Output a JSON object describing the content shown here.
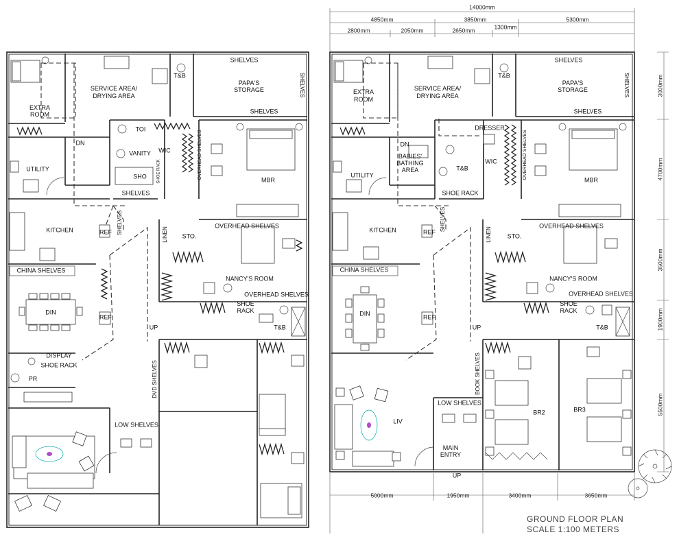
{
  "left_plan": {
    "rooms": {
      "extra_room": "EXTRA\nROOM",
      "service_area": "SERVICE AREA/\nDRYING AREA",
      "tb_top": "T&B",
      "shelves_top": "SHELVES",
      "papas_storage": "PAPA'S\nSTORAGE",
      "shelves_mid": "SHELVES",
      "shelves_right": "SHELVES",
      "dn": "DN",
      "toi": "TOI",
      "vanity": "VANITY",
      "sho": "SHO",
      "wic": "WIC",
      "shoe_rack_v": "SHOE RACK",
      "overhead_shelves_v": "OVERHEAD SHELVES",
      "utility": "UTILITY",
      "mbr": "MBR",
      "shelves_wic": "SHELVES",
      "kitchen": "KITCHEN",
      "shelves_v": "SHELVES",
      "ref1": "REF",
      "linen": "LINEN",
      "sto": "STO.",
      "overhead_shelves_top": "OVERHEAD SHELVES",
      "china_shelves": "CHINA SHELVES",
      "nancys_room": "NANCY'S ROOM",
      "overhead_shelves_bottom": "OVERHEAD SHELVES",
      "shoe_rack": "SHOE\nRACK",
      "din": "DIN",
      "ref2": "REF",
      "up": "UP",
      "tb_mid": "T&B",
      "display": "DISPLAY",
      "shoe_rack2": "SHOE RACK",
      "pr": "PR",
      "dvd_shelves": "DVD SHELVES",
      "low_shelves": "LOW SHELVES"
    }
  },
  "right_plan": {
    "rooms": {
      "extra_room": "EXTRA\nROOM",
      "service_area": "SERVICE AREA/\nDRYING AREA",
      "tb_top": "T&B",
      "shelves_top": "SHELVES",
      "papas_storage": "PAPA'S\nSTORAGE",
      "shelves_mid": "SHELVES",
      "shelves_right": "SHELVES",
      "dn": "DN",
      "dresser": "DRESSER",
      "babies_bathing": "BABIES'\nBATHING\nAREA",
      "tb": "T&B",
      "wic": "WIC",
      "overhead_shelves_v": "OVERHEAD SHELVES",
      "utility": "UTILITY",
      "mbr": "MBR",
      "shoe_rack": "SHOE RACK",
      "kitchen": "KITCHEN",
      "shelves_v": "SHELVES",
      "ref1": "REF",
      "linen": "LINEN",
      "sto": "STO.",
      "overhead_shelves_top": "OVERHEAD SHELVES",
      "china_shelves": "CHINA SHELVES",
      "nancys_room": "NANCY'S ROOM",
      "overhead_shelves_bottom": "OVERHEAD SHELVES",
      "shoe_rack2": "SHOE\nRACK",
      "din": "DIN",
      "ref2": "REF",
      "up": "UP",
      "tb_mid": "T&B",
      "book_shelves": "BOOK SHELVES",
      "br2": "BR2",
      "br3": "BR3",
      "liv": "LIV",
      "low_shelves": "LOW SHELVES",
      "main_entry": "MAIN\nENTRY",
      "up2": "UP"
    },
    "dimensions": {
      "top_total": "14000mm",
      "top_row2": [
        "4850mm",
        "3850mm",
        "5300mm"
      ],
      "top_row3a": [
        "2800mm",
        "2050mm",
        "2650mm",
        "1300mm"
      ],
      "right": [
        "3000mm",
        "4700mm",
        "3500mm",
        "1900mm",
        "5500mm"
      ],
      "bottom": [
        "5000mm",
        "1950mm",
        "3400mm",
        "3650mm"
      ]
    }
  },
  "caption": {
    "title": "GROUND FLOOR PLAN",
    "scale": "SCALE 1:100 METERS"
  }
}
